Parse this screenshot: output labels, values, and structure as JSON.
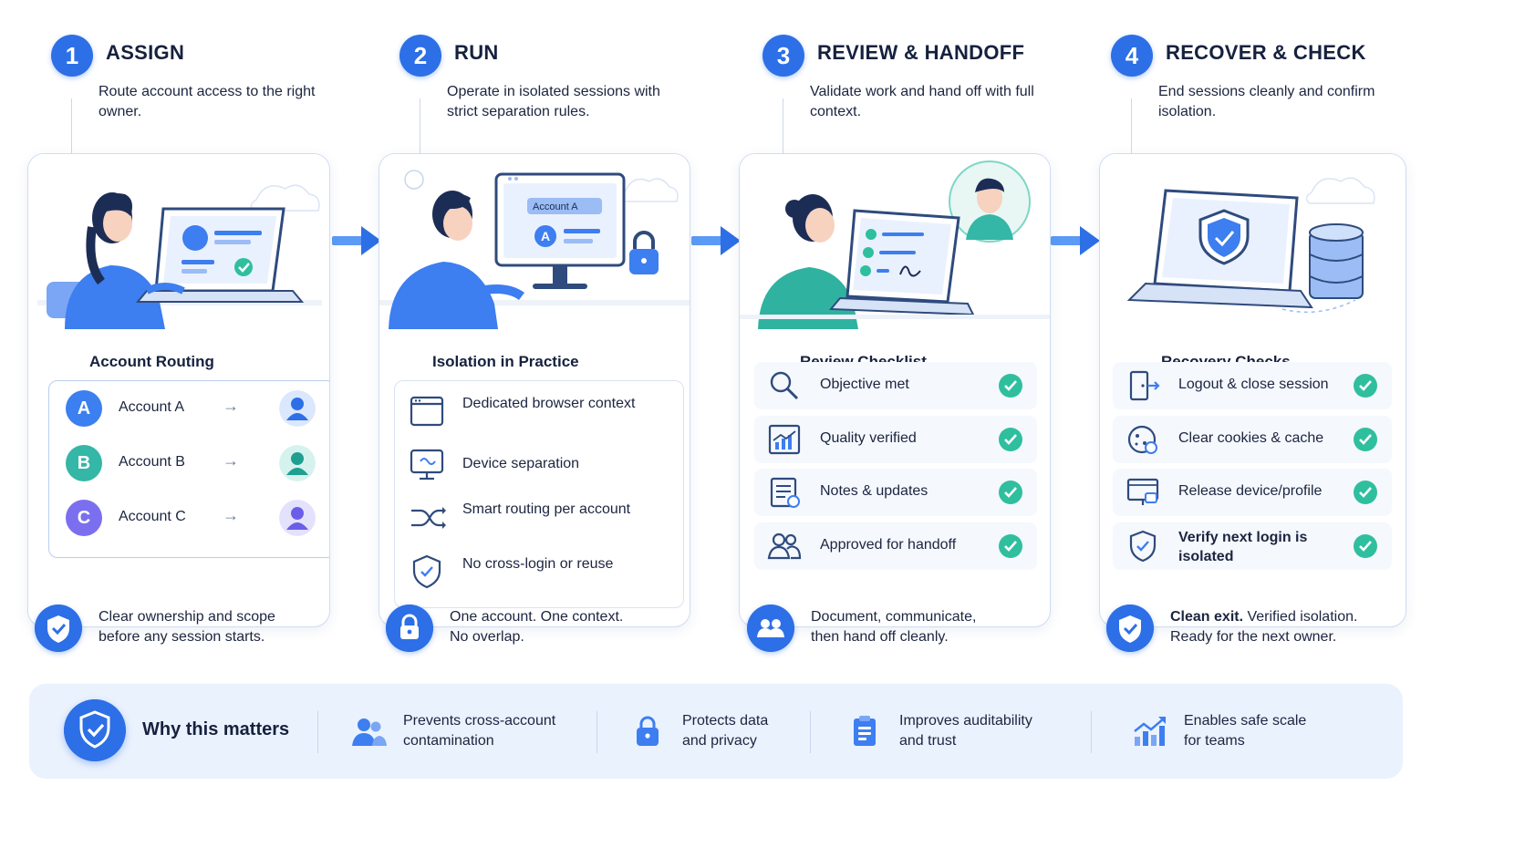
{
  "steps": [
    {
      "num": "1",
      "title": "ASSIGN",
      "desc": "Route account access to the right owner."
    },
    {
      "num": "2",
      "title": "RUN",
      "desc": "Operate in isolated sessions with strict separation rules."
    },
    {
      "num": "3",
      "title": "REVIEW & HANDOFF",
      "desc": "Validate work and hand off with full context."
    },
    {
      "num": "4",
      "title": "RECOVER & CHECK",
      "desc": "End sessions cleanly and confirm isolation."
    }
  ],
  "card1": {
    "title": "Account Routing",
    "screen_label": "",
    "rows": [
      {
        "letter": "A",
        "name": "Account A",
        "arrow": "→",
        "color": "#3b7ff0"
      },
      {
        "letter": "B",
        "name": "Account B",
        "arrow": "→",
        "color": "#34b7a7"
      },
      {
        "letter": "C",
        "name": "Account C",
        "arrow": "→",
        "color": "#7b6ff0"
      }
    ]
  },
  "card2": {
    "title": "Isolation in Practice",
    "screen_label": "Account A",
    "screen_letter": "A",
    "rows": [
      {
        "icon": "browser-window-icon",
        "text": "Dedicated browser context"
      },
      {
        "icon": "monitor-icon",
        "text": "Device separation"
      },
      {
        "icon": "routing-arrows-icon",
        "text": "Smart routing per account"
      },
      {
        "icon": "shield-check-icon",
        "text": "No cross-login or reuse"
      }
    ]
  },
  "card3": {
    "title": "Review Checklist",
    "rows": [
      {
        "icon": "magnifier-icon",
        "text": "Objective met"
      },
      {
        "icon": "chart-icon",
        "text": "Quality verified"
      },
      {
        "icon": "notes-icon",
        "text": "Notes & updates"
      },
      {
        "icon": "people-icon",
        "text": "Approved for handoff"
      }
    ]
  },
  "card4": {
    "title": "Recovery Checks",
    "rows": [
      {
        "icon": "logout-door-icon",
        "text": "Logout & close session"
      },
      {
        "icon": "cookie-icon",
        "text": "Clear cookies & cache"
      },
      {
        "icon": "device-release-icon",
        "text": "Release device/profile"
      },
      {
        "icon": "shield-check-icon",
        "text": "Verify next login is isolated"
      }
    ]
  },
  "footers": [
    {
      "icon": "shield-check-icon",
      "line1": "Clear ownership and scope",
      "line2": "before any session starts."
    },
    {
      "icon": "lock-icon",
      "line1": "One account. One context.",
      "line2": "No overlap."
    },
    {
      "icon": "team-icon",
      "line1": "Document, communicate,",
      "line2": "then hand off cleanly."
    },
    {
      "icon": "shield-check-icon",
      "line1_bold": "Clean exit.",
      "line1": " Verified isolation.",
      "line2": "Ready for the next owner."
    }
  ],
  "banner": {
    "title": "Why this matters",
    "items": [
      {
        "icon": "users-icon",
        "line1": "Prevents cross-account",
        "line2": "contamination"
      },
      {
        "icon": "padlock-icon",
        "line1": "Protects data",
        "line2": "and privacy"
      },
      {
        "icon": "clipboard-icon",
        "line1": "Improves auditability",
        "line2": "and trust"
      },
      {
        "icon": "growth-chart-icon",
        "line1": "Enables safe scale",
        "line2": "for teams"
      }
    ]
  },
  "colors": {
    "accent": "#2d6fe6",
    "check": "#2fbf9f",
    "banner_bg": "#eaf2fd"
  }
}
